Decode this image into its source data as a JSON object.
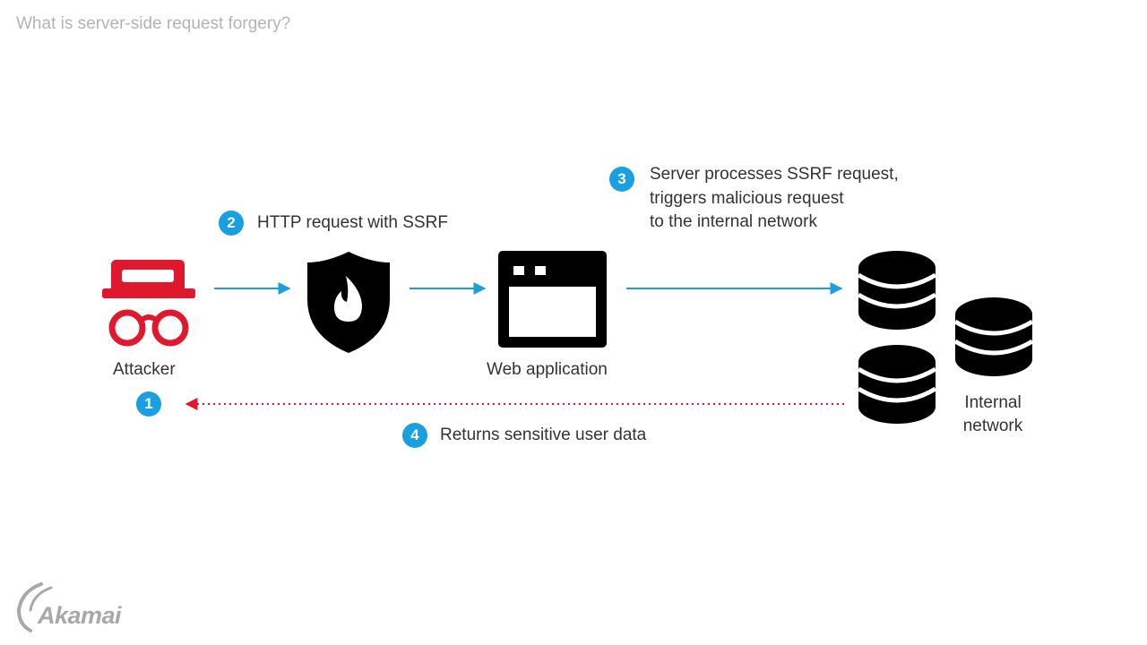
{
  "title": "What is server-side request forgery?",
  "colors": {
    "accent_blue": "#1a9fe0",
    "attacker_red": "#e0182d",
    "icon_black": "#000000",
    "text_dark": "#333333",
    "title_gray": "#b3b3b3",
    "logo_gray": "#a8a8a8"
  },
  "nodes": {
    "attacker": {
      "label": "Attacker",
      "icon": "spy-icon"
    },
    "waf": {
      "icon": "shield-flame-icon"
    },
    "web_app": {
      "label": "Web application",
      "icon": "browser-window-icon"
    },
    "internal_network": {
      "label_line1": "Internal",
      "label_line2": "network",
      "icon": "database-icon"
    }
  },
  "steps": [
    {
      "number": "1"
    },
    {
      "number": "2",
      "text": "HTTP request with SSRF"
    },
    {
      "number": "3",
      "lines": [
        "Server processes SSRF request,",
        "triggers malicious request",
        "to the internal network"
      ]
    },
    {
      "number": "4",
      "text": "Returns sensitive user data"
    }
  ],
  "logo": {
    "text": "Akamai"
  }
}
